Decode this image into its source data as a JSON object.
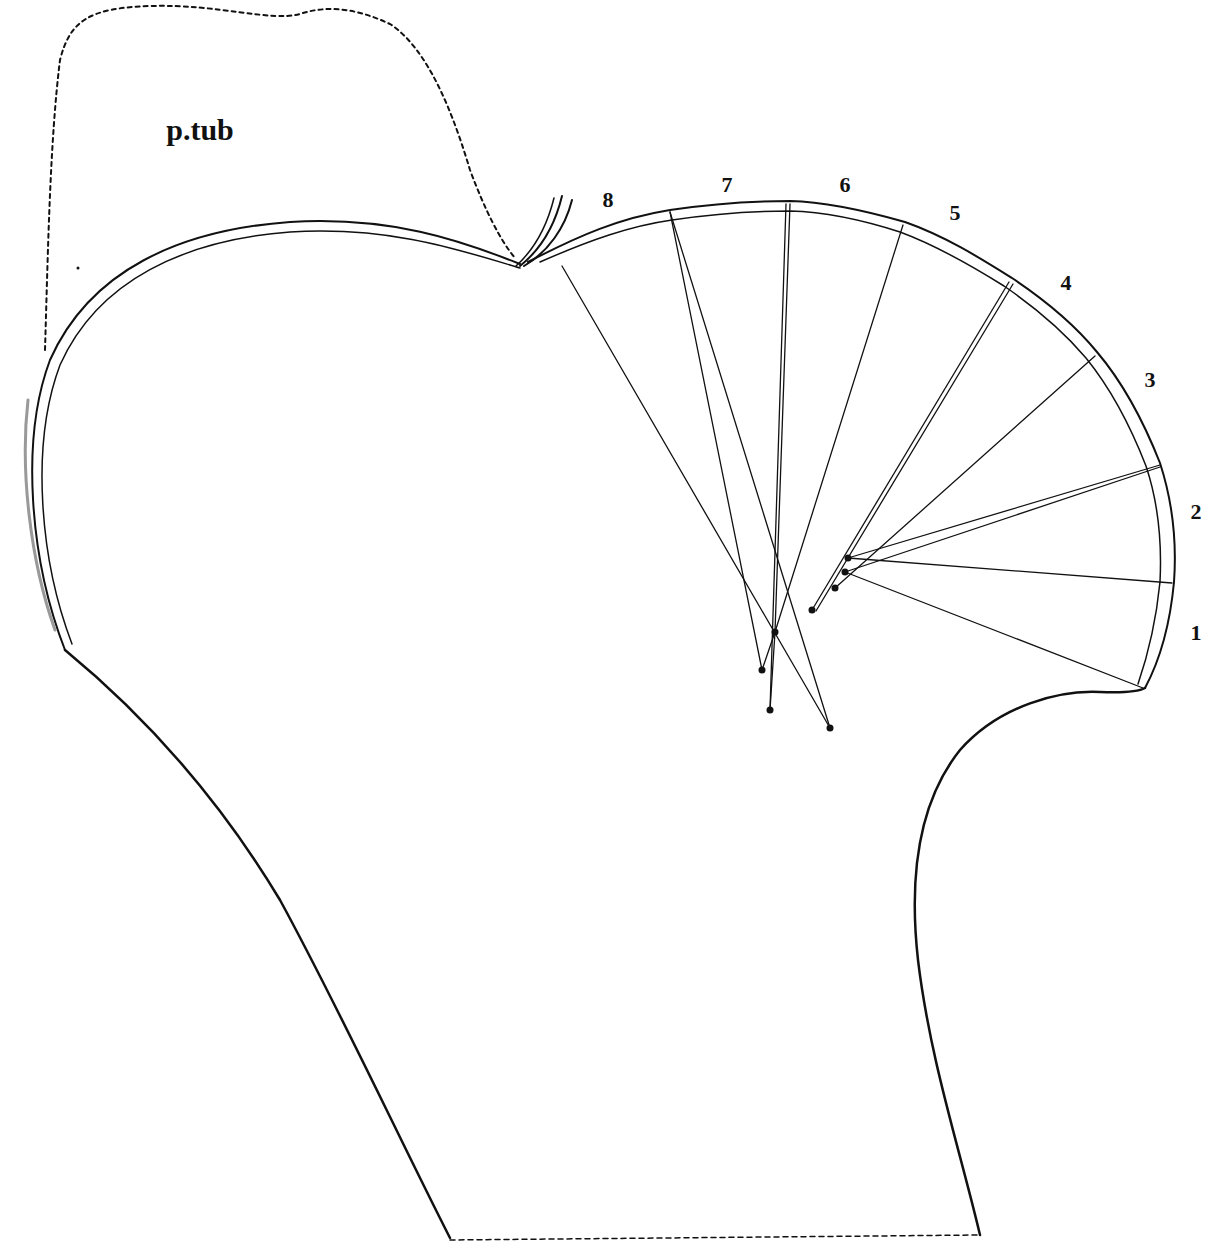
{
  "diagram": {
    "labels": [
      "p.tub",
      "8",
      "7",
      "6",
      "5",
      "4",
      "3",
      "2",
      "1"
    ]
  }
}
